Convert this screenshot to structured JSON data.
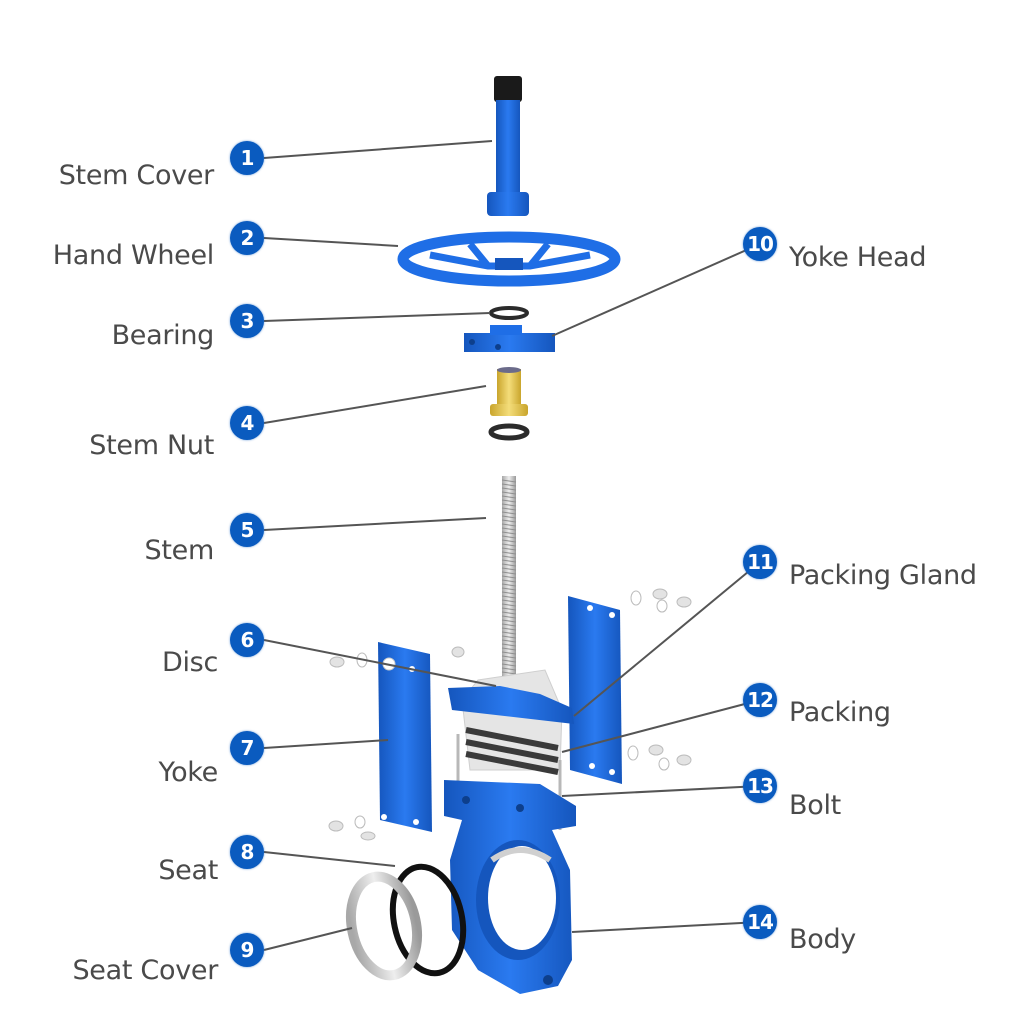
{
  "diagram": {
    "colors": {
      "badge": "#0a5bbf",
      "part_blue": "#1f6ee6",
      "part_blue_dark": "#1556bd",
      "leader": "#555555",
      "label": "#4a4a4a",
      "metal": "#d9d9d9",
      "brass": "#e8c84a",
      "rubber": "#222222"
    },
    "parts": [
      {
        "num": "1",
        "label": "Stem Cover"
      },
      {
        "num": "2",
        "label": "Hand Wheel"
      },
      {
        "num": "3",
        "label": "Bearing"
      },
      {
        "num": "4",
        "label": "Stem Nut"
      },
      {
        "num": "5",
        "label": "Stem"
      },
      {
        "num": "6",
        "label": "Disc"
      },
      {
        "num": "7",
        "label": "Yoke"
      },
      {
        "num": "8",
        "label": "Seat"
      },
      {
        "num": "9",
        "label": "Seat Cover"
      },
      {
        "num": "10",
        "label": "Yoke Head"
      },
      {
        "num": "11",
        "label": "Packing Gland"
      },
      {
        "num": "12",
        "label": "Packing"
      },
      {
        "num": "13",
        "label": "Bolt"
      },
      {
        "num": "14",
        "label": "Body"
      }
    ]
  }
}
